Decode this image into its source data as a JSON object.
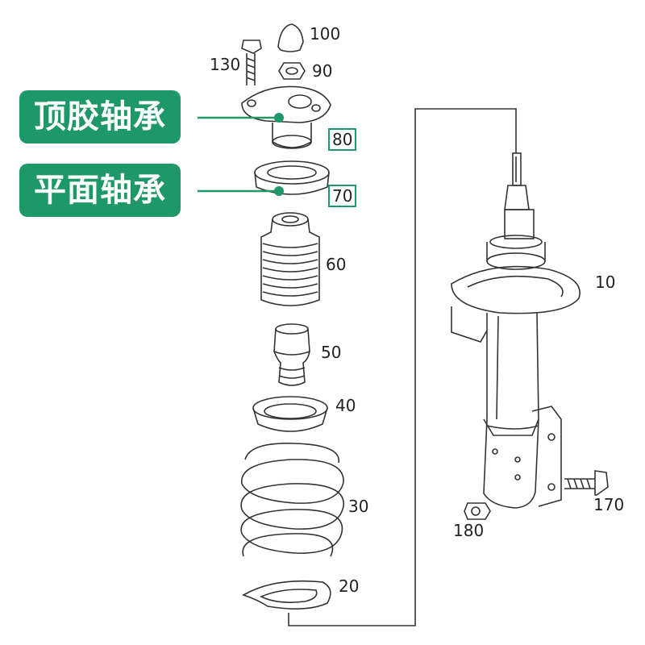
{
  "callouts": {
    "top_mount": "顶胶轴承",
    "flat_bearing": "平面轴承"
  },
  "parts": {
    "p10": "10",
    "p20": "20",
    "p30": "30",
    "p40": "40",
    "p50": "50",
    "p60": "60",
    "p70": "70",
    "p80": "80",
    "p90": "90",
    "p100": "100",
    "p130": "130",
    "p170": "170",
    "p180": "180"
  },
  "colors": {
    "callout_bg": "#1e9868",
    "line": "#333333"
  }
}
